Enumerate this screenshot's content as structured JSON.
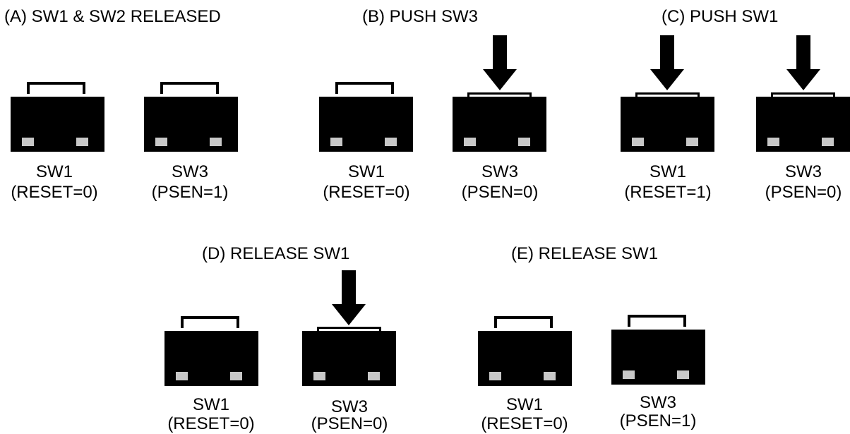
{
  "panels": [
    {
      "title": "(A) SW1 & SW2 RELEASED",
      "sw1": {
        "name": "SW1",
        "state": "(RESET=0)",
        "pressed": false
      },
      "sw3": {
        "name": "SW3",
        "state": "(PSEN=1)",
        "pressed": false
      }
    },
    {
      "title": "(B) PUSH SW3",
      "sw1": {
        "name": "SW1",
        "state": "(RESET=0)",
        "pressed": false
      },
      "sw3": {
        "name": "SW3",
        "state": "(PSEN=0)",
        "pressed": true
      }
    },
    {
      "title": "(C) PUSH SW1",
      "sw1": {
        "name": "SW1",
        "state": "(RESET=1)",
        "pressed": true
      },
      "sw3": {
        "name": "SW3",
        "state": "(PSEN=0)",
        "pressed": true
      }
    },
    {
      "title": "(D) RELEASE SW1",
      "sw1": {
        "name": "SW1",
        "state": "(RESET=0)",
        "pressed": false
      },
      "sw3": {
        "name": "SW3",
        "state": "(PSEN=0)",
        "pressed": true
      }
    },
    {
      "title": "(E) RELEASE SW1",
      "sw1": {
        "name": "SW1",
        "state": "(RESET=0)",
        "pressed": false
      },
      "sw3": {
        "name": "SW3",
        "state": "(PSEN=1)",
        "pressed": false
      }
    }
  ],
  "colors": {
    "switch_body": "#000000",
    "pin": "#c8c8c8",
    "background": "#ffffff"
  },
  "icons": {
    "press_indicator": "down-arrow-icon"
  }
}
